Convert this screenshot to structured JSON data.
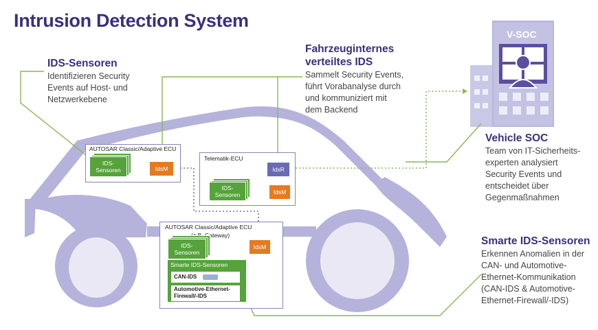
{
  "title": "Intrusion Detection System",
  "ids_sensoren": {
    "heading": "IDS-Sensoren",
    "line1": "Identifizieren Security",
    "line2": "Events auf Host- und",
    "line3": "Netzwerkebene"
  },
  "internal_ids": {
    "heading1": "Fahrzeuginternes",
    "heading2": "verteiltes IDS",
    "line1": "Sammelt Security Events,",
    "line2": "führt Vorabanalyse durch",
    "line3": "und kommuniziert mit",
    "line4": "dem Backend"
  },
  "vsoc_label": "V-SOC",
  "vehicle_soc": {
    "heading": "Vehicle SOC",
    "line1": "Team von IT-Sicherheits-",
    "line2": "experten analysiert",
    "line3": "Security Events und",
    "line4": "entscheidet über",
    "line5": "Gegenmaßnahmen"
  },
  "smart_ids": {
    "heading": "Smarte IDS-Sensoren",
    "line1": "Erkennen Anomalien in der",
    "line2": "CAN- und Automotive-",
    "line3": "Ethernet-Kommunikation",
    "line4": "(CAN-IDS & Automotive-",
    "line5": "Ethernet-Firewall/-IDS)"
  },
  "ecu1": {
    "label": "AUTOSAR Classic/Adaptive ECU",
    "sensor_line1": "IDS-",
    "sensor_line2": "Sensoren",
    "idsm": "IdsM"
  },
  "ecu_telematik": {
    "label": "Telematik-ECU",
    "idsr": "IdsR",
    "sensor_line1": "IDS-",
    "sensor_line2": "Sensoren",
    "idsm": "IdsM"
  },
  "ecu_gateway": {
    "label1": "AUTOSAR Classic/Adaptive ECU",
    "label2": "(z.B. Gateway)",
    "sensor_line1": "IDS-",
    "sensor_line2": "Sensoren",
    "idsm": "IdsM",
    "smart_title": "Smarte IDS-Sensoren",
    "can_ids": "CAN-IDS",
    "eth_line1": "Automotive-Ethernet-",
    "eth_line2": "Firewall/-IDS"
  },
  "colors": {
    "title": "#3b2f7c",
    "car_body": "#b5b3dc",
    "sensor_green": "#55a33a",
    "idsm_orange": "#e27b22",
    "idsr_purple": "#6a6bb3",
    "connector_green": "#8bb653",
    "dotted_purple": "#7a6fb3"
  }
}
